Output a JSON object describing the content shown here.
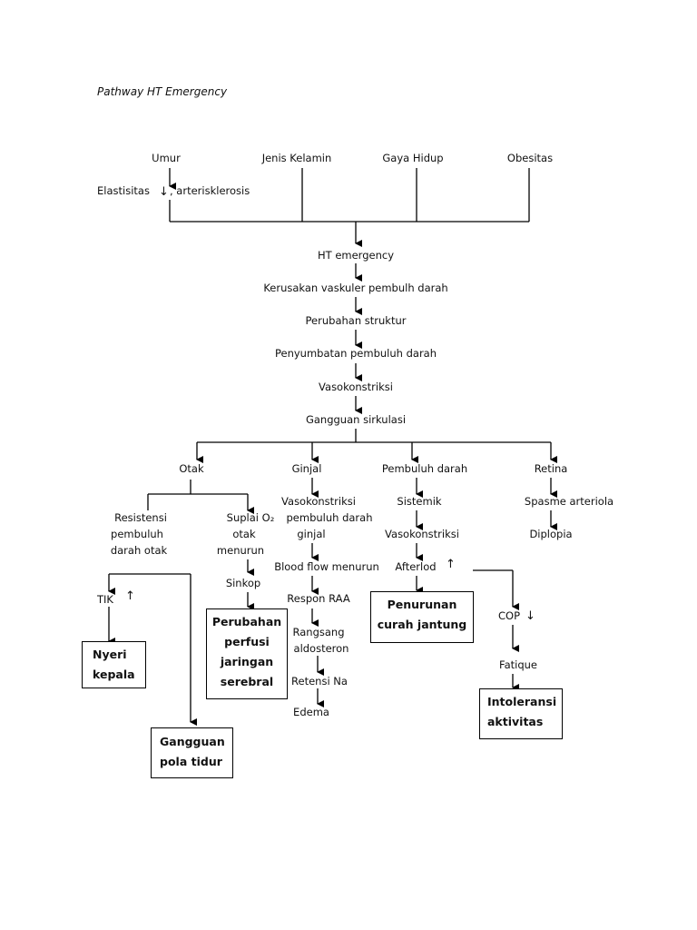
{
  "title": "Pathway HT Emergency",
  "factors": {
    "umur": "Umur",
    "jenis_kelamin": "Jenis Kelamin",
    "gaya_hidup": "Gaya Hidup",
    "obesitas": "Obesitas",
    "elastisitas": "Elastisitas",
    "arterisklerosis": ", arterisklerosis"
  },
  "main_chain": [
    "HT emergency",
    "Kerusakan vaskuler pembulh darah",
    "Perubahan struktur",
    "Penyumbatan pembuluh darah",
    "Vasokonstriksi",
    "Gangguan sirkulasi"
  ],
  "branches": {
    "otak": "Otak",
    "ginjal": "Ginjal",
    "pembuluh_darah": "Pembuluh darah",
    "retina": "Retina"
  },
  "otak_branch": {
    "resistensi": [
      "Resistensi",
      "pembuluh",
      "darah otak"
    ],
    "suplai": [
      "Suplai O₂",
      "otak",
      "menurun"
    ],
    "sinkop": "Sinkop",
    "tik": "TIK"
  },
  "ginjal_branch": {
    "vasokonstriksi": [
      "Vasokonstriksi",
      "pembuluh darah",
      "ginjal"
    ],
    "blood_flow": "Blood flow  menurun",
    "respon_raa": "Respon RAA",
    "rangsang": [
      "Rangsang",
      "aldosteron"
    ],
    "retensi": "Retensi Na",
    "edema": "Edema"
  },
  "pembuluh_branch": {
    "sistemik": "Sistemik",
    "vasokonstriksi": "Vasokonstriksi",
    "afterlod": "Afterlod",
    "cop": "COP",
    "fatique": "Fatique"
  },
  "retina_branch": {
    "spasme": "Spasme arteriola",
    "diplopia": "Diplopia"
  },
  "boxes": {
    "nyeri": [
      "Nyeri",
      "kepala"
    ],
    "gangguan_tidur": [
      "Gangguan",
      "pola tidur"
    ],
    "perfusi": [
      "Perubahan",
      "perfusi",
      "jaringan",
      "serebral"
    ],
    "curah_jantung": [
      "Penurunan",
      "curah jantung"
    ],
    "intoleransi": [
      "Intoleransi",
      "aktivitas"
    ]
  },
  "arrows": {
    "up": "↑",
    "down": "↓"
  }
}
